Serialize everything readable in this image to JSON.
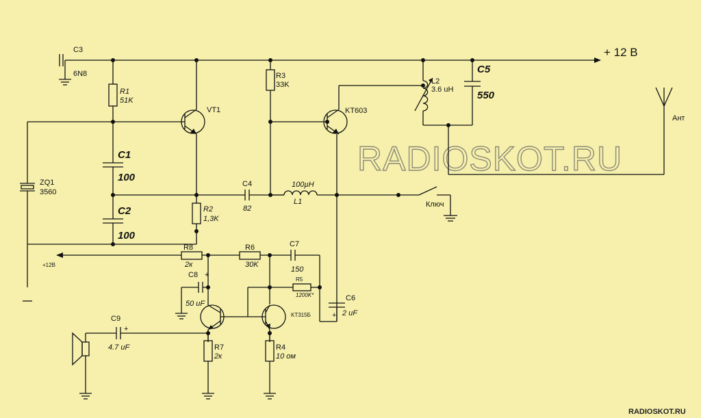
{
  "watermark": "RADIOSKOT.RU",
  "footer": "RADIOSKOT.RU",
  "supply": "+ 12 В",
  "supply_small": "+12В",
  "antenna": "Ант",
  "key": "Ключ",
  "components": {
    "c3": {
      "name": "C3",
      "value": "6N8"
    },
    "r1": {
      "name": "R1",
      "value": "51K"
    },
    "vt1": {
      "name": "VT1"
    },
    "zq1": {
      "name": "ZQ1",
      "value": "3560"
    },
    "c1": {
      "name": "C1",
      "value": "100"
    },
    "c2": {
      "name": "C2",
      "value": "100"
    },
    "r2": {
      "name": "R2",
      "value": "1,3K"
    },
    "c4": {
      "name": "C4",
      "value": "82"
    },
    "r3": {
      "name": "R3",
      "value": "33K"
    },
    "kt603": {
      "name": "KT603"
    },
    "l1": {
      "name": "L1",
      "value": "100µH"
    },
    "l2": {
      "name": "L2",
      "value": "3.6 uH"
    },
    "c5": {
      "name": "C5",
      "value": "550"
    },
    "r8": {
      "name": "R8",
      "value": "2к"
    },
    "r6": {
      "name": "R6",
      "value": "30K"
    },
    "c7": {
      "name": "C7",
      "value": "150"
    },
    "r5": {
      "name": "R5",
      "value": "1200K*"
    },
    "c8": {
      "name": "C8",
      "value": "50 uF"
    },
    "c6": {
      "name": "C6",
      "value": "2 uF"
    },
    "kt315": {
      "name": "KT315Б"
    },
    "c9": {
      "name": "C9",
      "value": "4.7 uF"
    },
    "r7": {
      "name": "R7",
      "value": "2к"
    },
    "r4": {
      "name": "R4",
      "value": "10 ом"
    }
  }
}
